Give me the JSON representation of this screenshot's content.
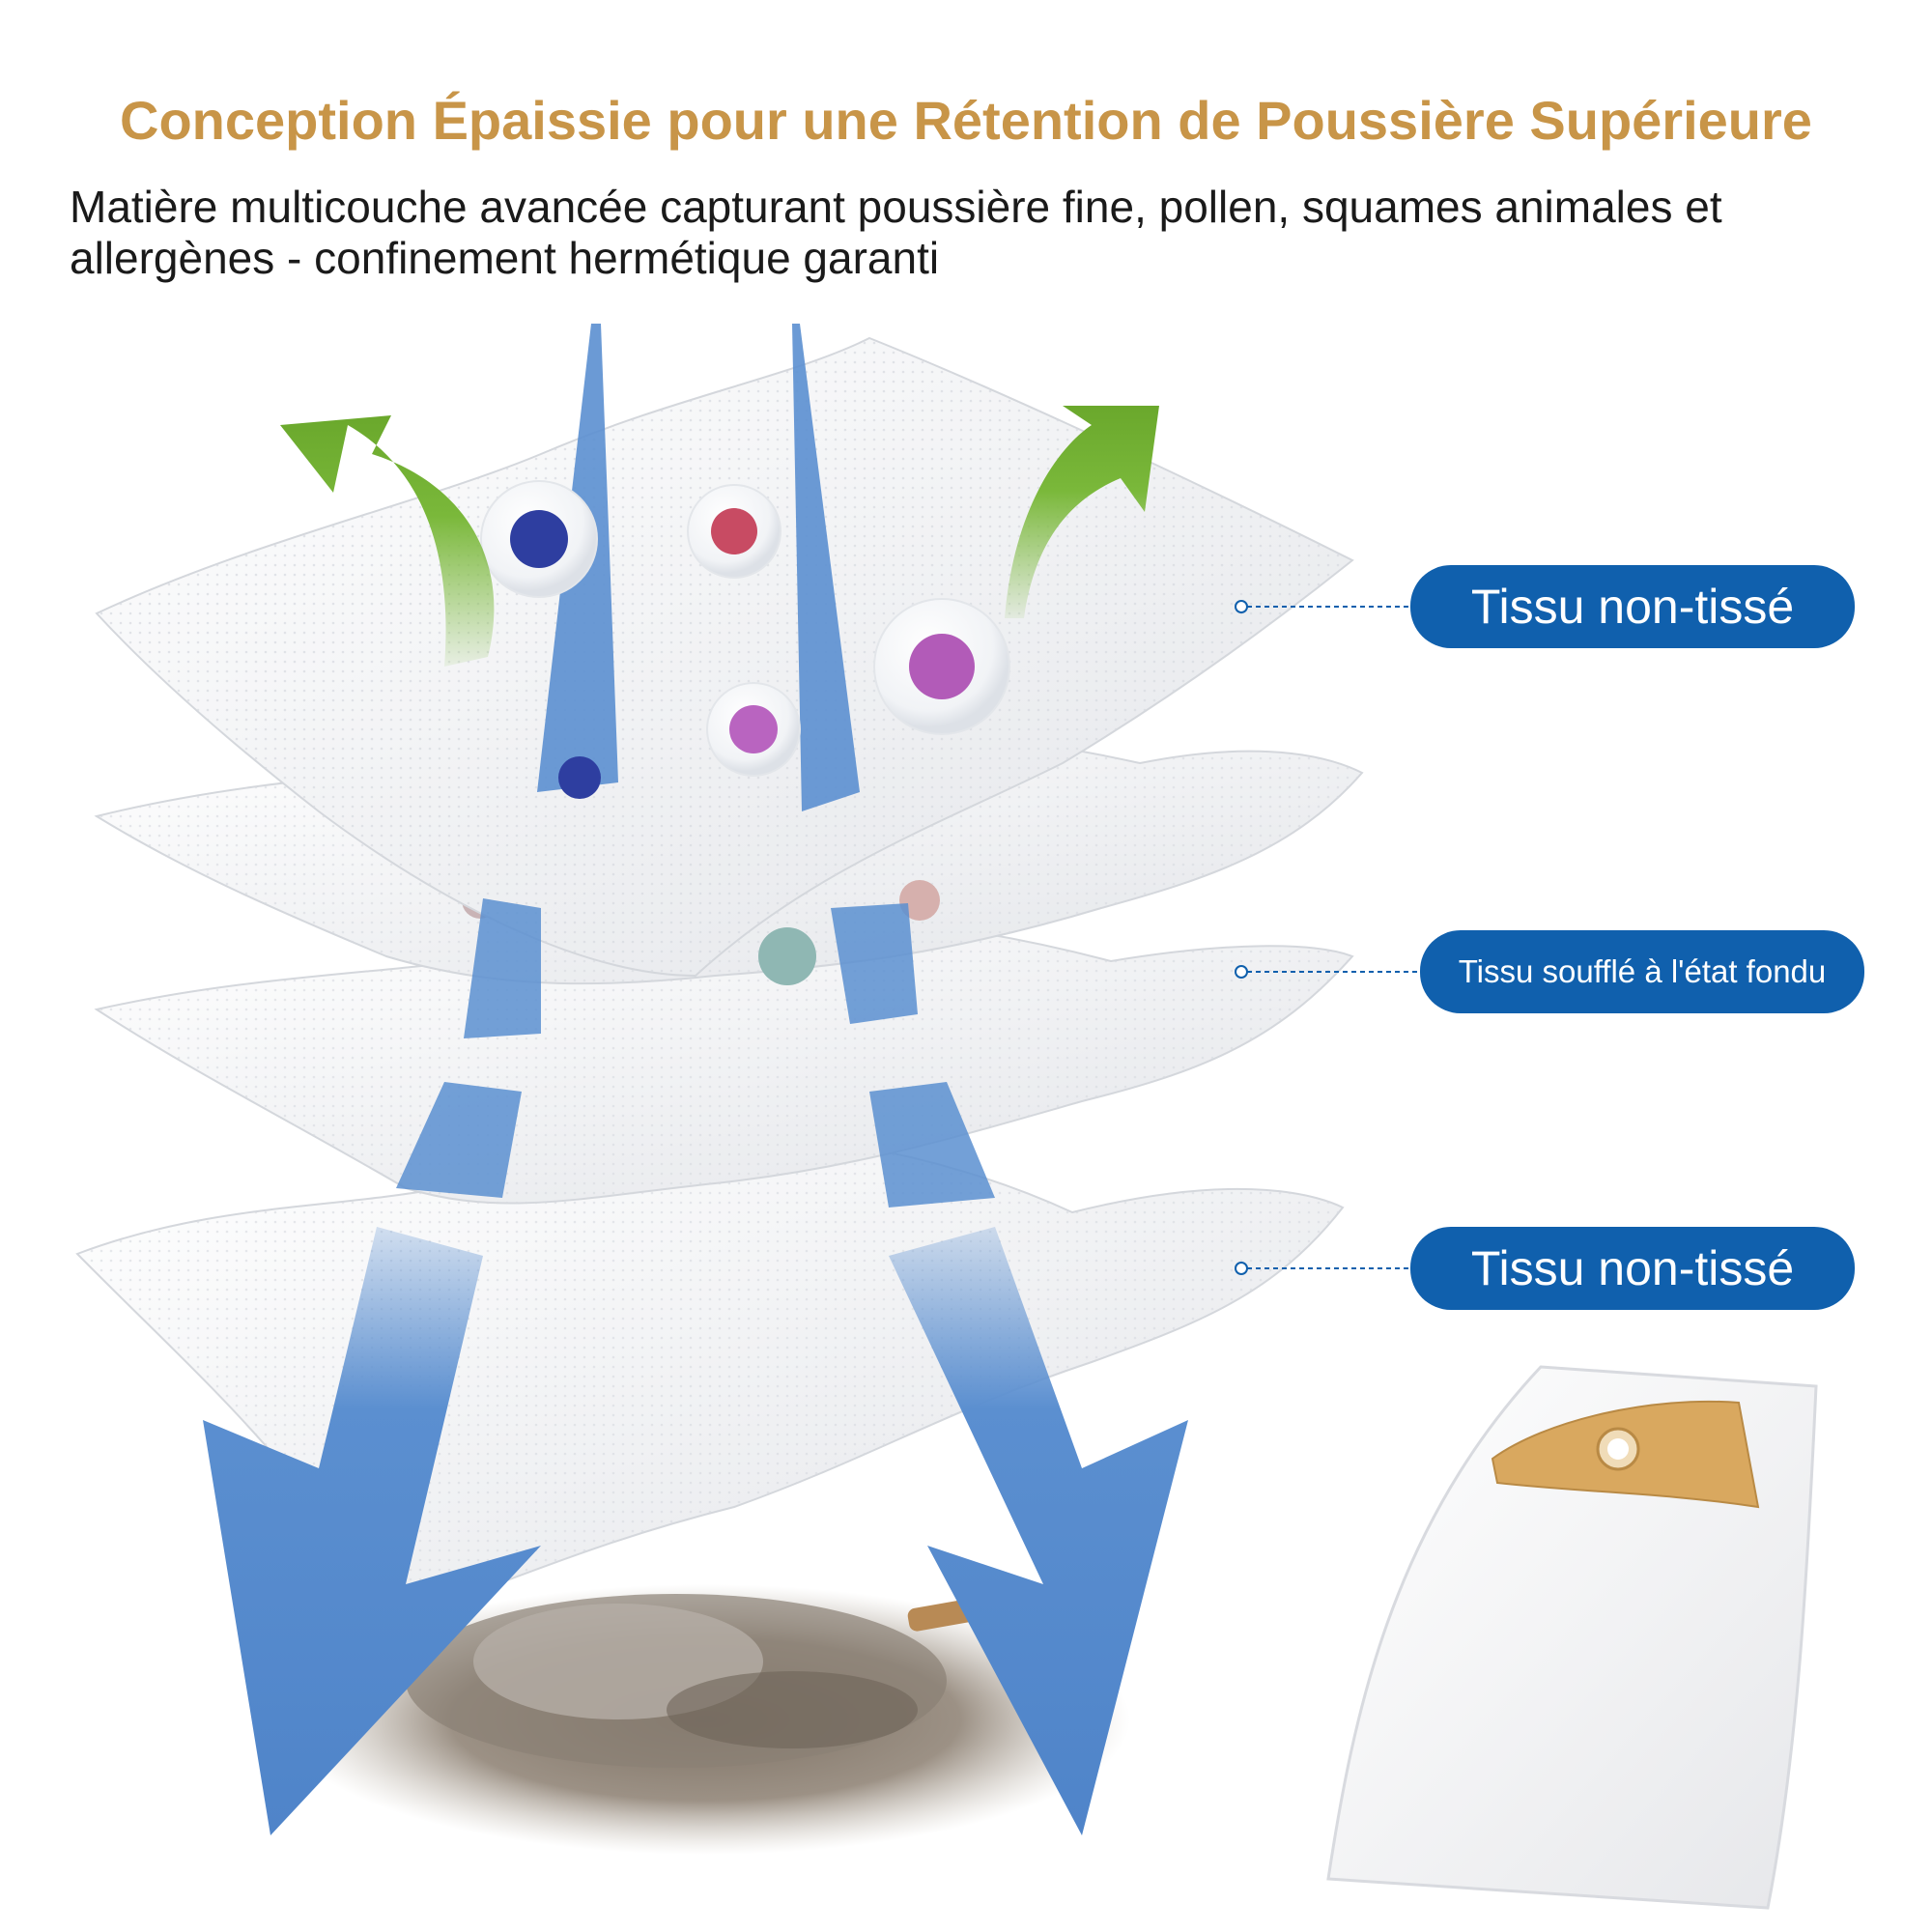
{
  "title": "Conception Épaissie pour une Rétention de Poussière Supérieure",
  "subtitle": "Matière multicouche avancée capturant poussière fine, pollen, squames animales et allergènes - confinement hermétique garanti",
  "layers": [
    {
      "label": "Tissu non-tissé"
    },
    {
      "label": "Tissu soufflé à l'état fondu"
    },
    {
      "label": "Tissu non-tissé"
    }
  ],
  "colors": {
    "title": "#c89548",
    "pill": "#1060ad",
    "airflow_blue": "#5b8fd0",
    "exhaust_green": "#7ab83a"
  }
}
